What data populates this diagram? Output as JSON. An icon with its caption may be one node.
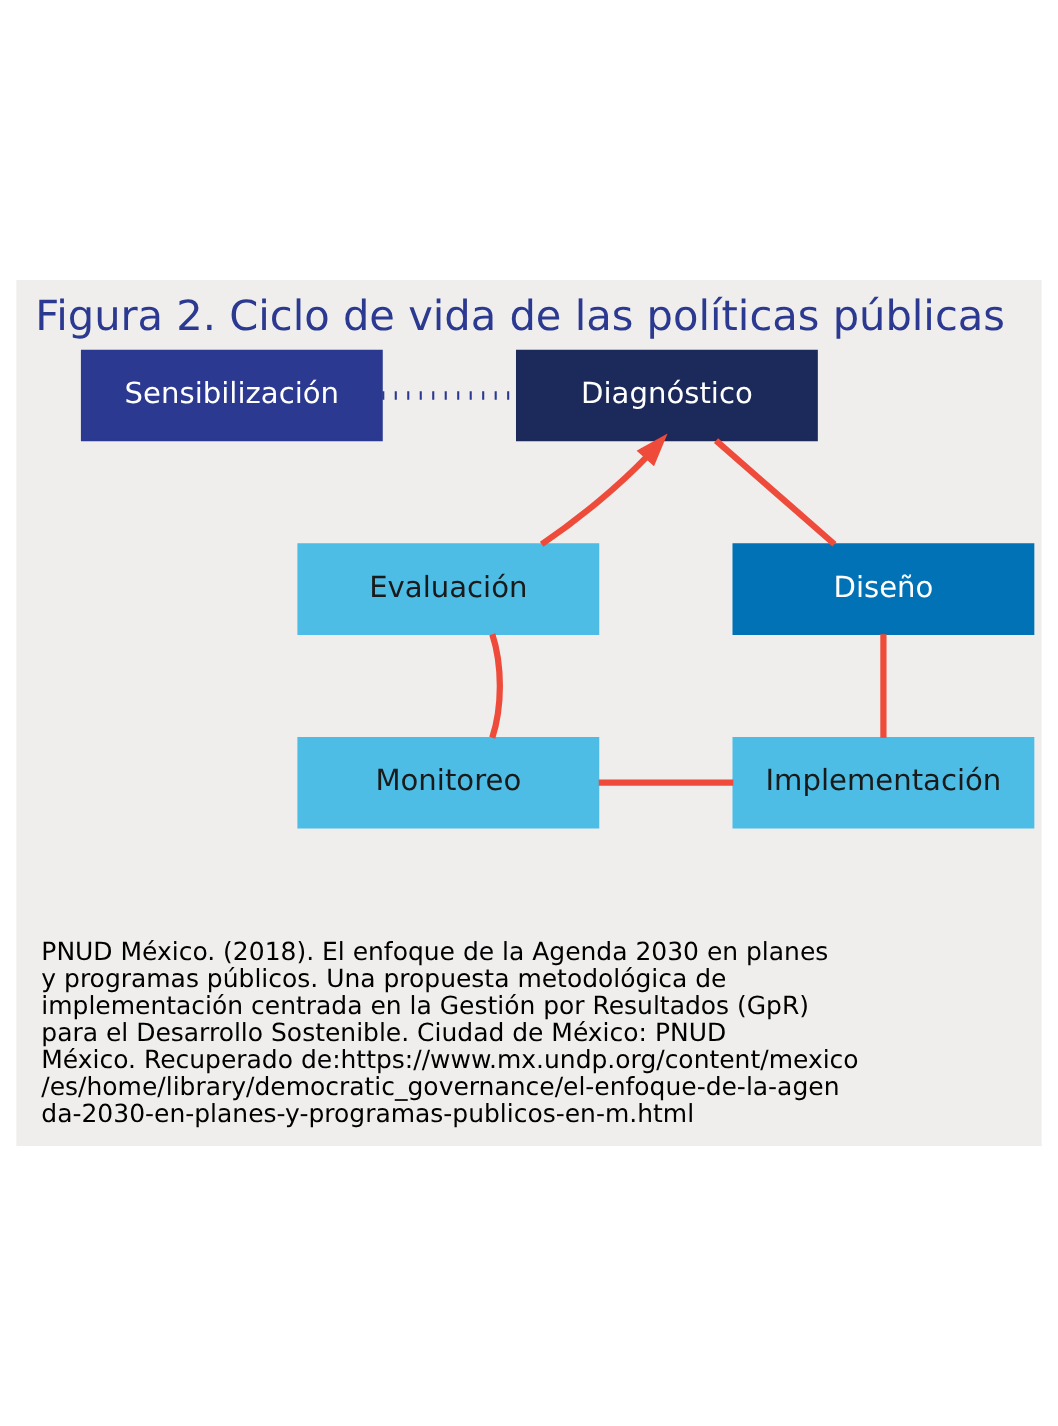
{
  "diagram": {
    "title": "Figura 2. Ciclo de vida de las políticas públicas",
    "caption": "PNUD México. (2018). El enfoque de la Agenda 2030 en planes y programas públicos. Una propuesta metodológica de implementación centrada en la Gestión por Resultados (GpR) para el Desarrollo Sostenible. Ciudad de México: PNUD México. Recuperado de:https://www.mx.undp.org/content/mexico/es/home/library/democratic_governance/el-enfoque-de-la-agenda-2030-en-planes-y-programas-publicos-en-m.html",
    "nodes": [
      {
        "text": [
          "Sensibilización"
        ]
      },
      {
        "text": [
          "Diagnóstico"
        ]
      },
      {
        "text": [
          "Evaluación"
        ]
      },
      {
        "text": [
          "Diseño"
        ]
      },
      {
        "text": [
          "Monitoreo"
        ]
      },
      {
        "text": [
          "Implementación"
        ]
      }
    ],
    "edges": [
      {
        "from": 0,
        "to": 1,
        "arrow": "none",
        "style": "dashed",
        "color": "#2b3990"
      },
      {
        "from": 1,
        "to": 3,
        "arrow": "none"
      },
      {
        "from": 3,
        "to": 5,
        "arrow": "none"
      },
      {
        "from": 5,
        "to": 4,
        "arrow": "none"
      },
      {
        "from": 4,
        "to": 2,
        "arrow": "none"
      },
      {
        "from": 2,
        "to": 1,
        "arrow": "to"
      }
    ]
  }
}
